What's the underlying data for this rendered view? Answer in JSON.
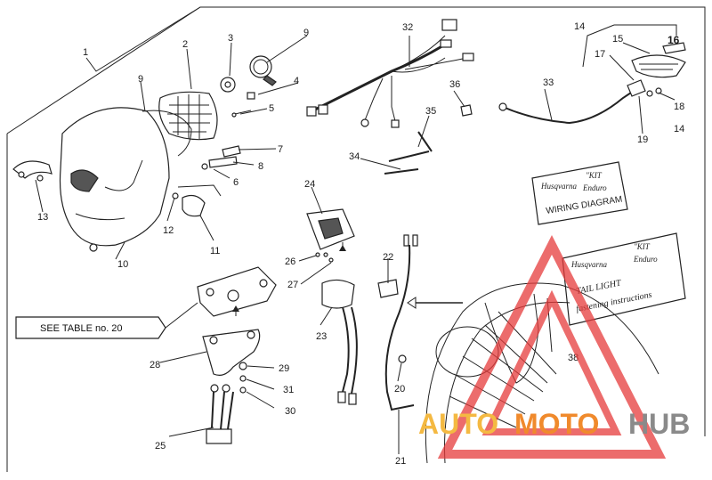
{
  "callouts": [
    "1",
    "2",
    "3",
    "4",
    "5",
    "6",
    "7",
    "8",
    "9",
    "9",
    "10",
    "11",
    "12",
    "13",
    "14",
    "14",
    "15",
    "16",
    "17",
    "18",
    "19",
    "20",
    "21",
    "22",
    "23",
    "24",
    "25",
    "26",
    "27",
    "28",
    "29",
    "30",
    "31",
    "32",
    "33",
    "34",
    "35",
    "36",
    "38"
  ],
  "table_ref": "SEE TABLE no. 20",
  "card1": {
    "line1": "Husqvarna",
    "line2": "\"KIT",
    "line3": "Enduro",
    "line4": "WIRING DIAGRAM"
  },
  "card2": {
    "line1": "Husqvarna",
    "line2": "\"KIT",
    "line3": "Enduro",
    "line4": "TAIL LIGHT",
    "line5": "fastening instructions"
  },
  "watermark": {
    "word1": "AUTO",
    "word2": "MOTO",
    "word3": "HUB",
    "color1": "#f4b942",
    "color2": "#f08a2c",
    "color3": "#8a8a8a",
    "logo_color": "#e63b3b"
  }
}
